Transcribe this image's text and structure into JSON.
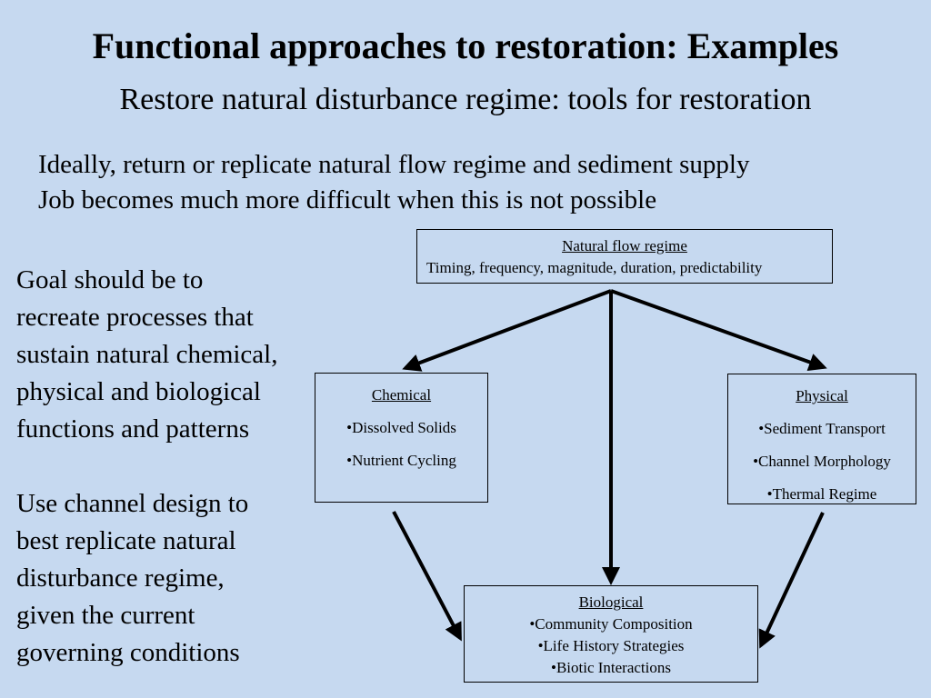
{
  "slide": {
    "title": "Functional approaches to restoration: Examples",
    "subtitle": "Restore natural disturbance regime: tools for restoration",
    "intro_lines": [
      "Ideally, return or replicate natural flow regime and sediment supply",
      "Job becomes much more difficult when this is not possible"
    ],
    "goal_lines": [
      "Goal should be to",
      "recreate processes that",
      "sustain natural chemical,",
      "physical and biological",
      "functions and patterns"
    ],
    "design_lines": [
      "Use channel design to",
      "best replicate natural",
      "disturbance regime,",
      "given the current",
      "governing conditions"
    ]
  },
  "diagram": {
    "flow": {
      "heading": "Natural flow regime",
      "detail": "Timing, frequency, magnitude, duration, predictability"
    },
    "chemical": {
      "heading": "Chemical",
      "items": [
        "•Dissolved Solids",
        "•Nutrient Cycling"
      ]
    },
    "physical": {
      "heading": "Physical",
      "items": [
        "•Sediment Transport",
        "•Channel Morphology",
        "•Thermal Regime"
      ]
    },
    "biological": {
      "heading": "Biological",
      "items": [
        "•Community Composition",
        "•Life History Strategies",
        "•Biotic Interactions"
      ]
    }
  }
}
